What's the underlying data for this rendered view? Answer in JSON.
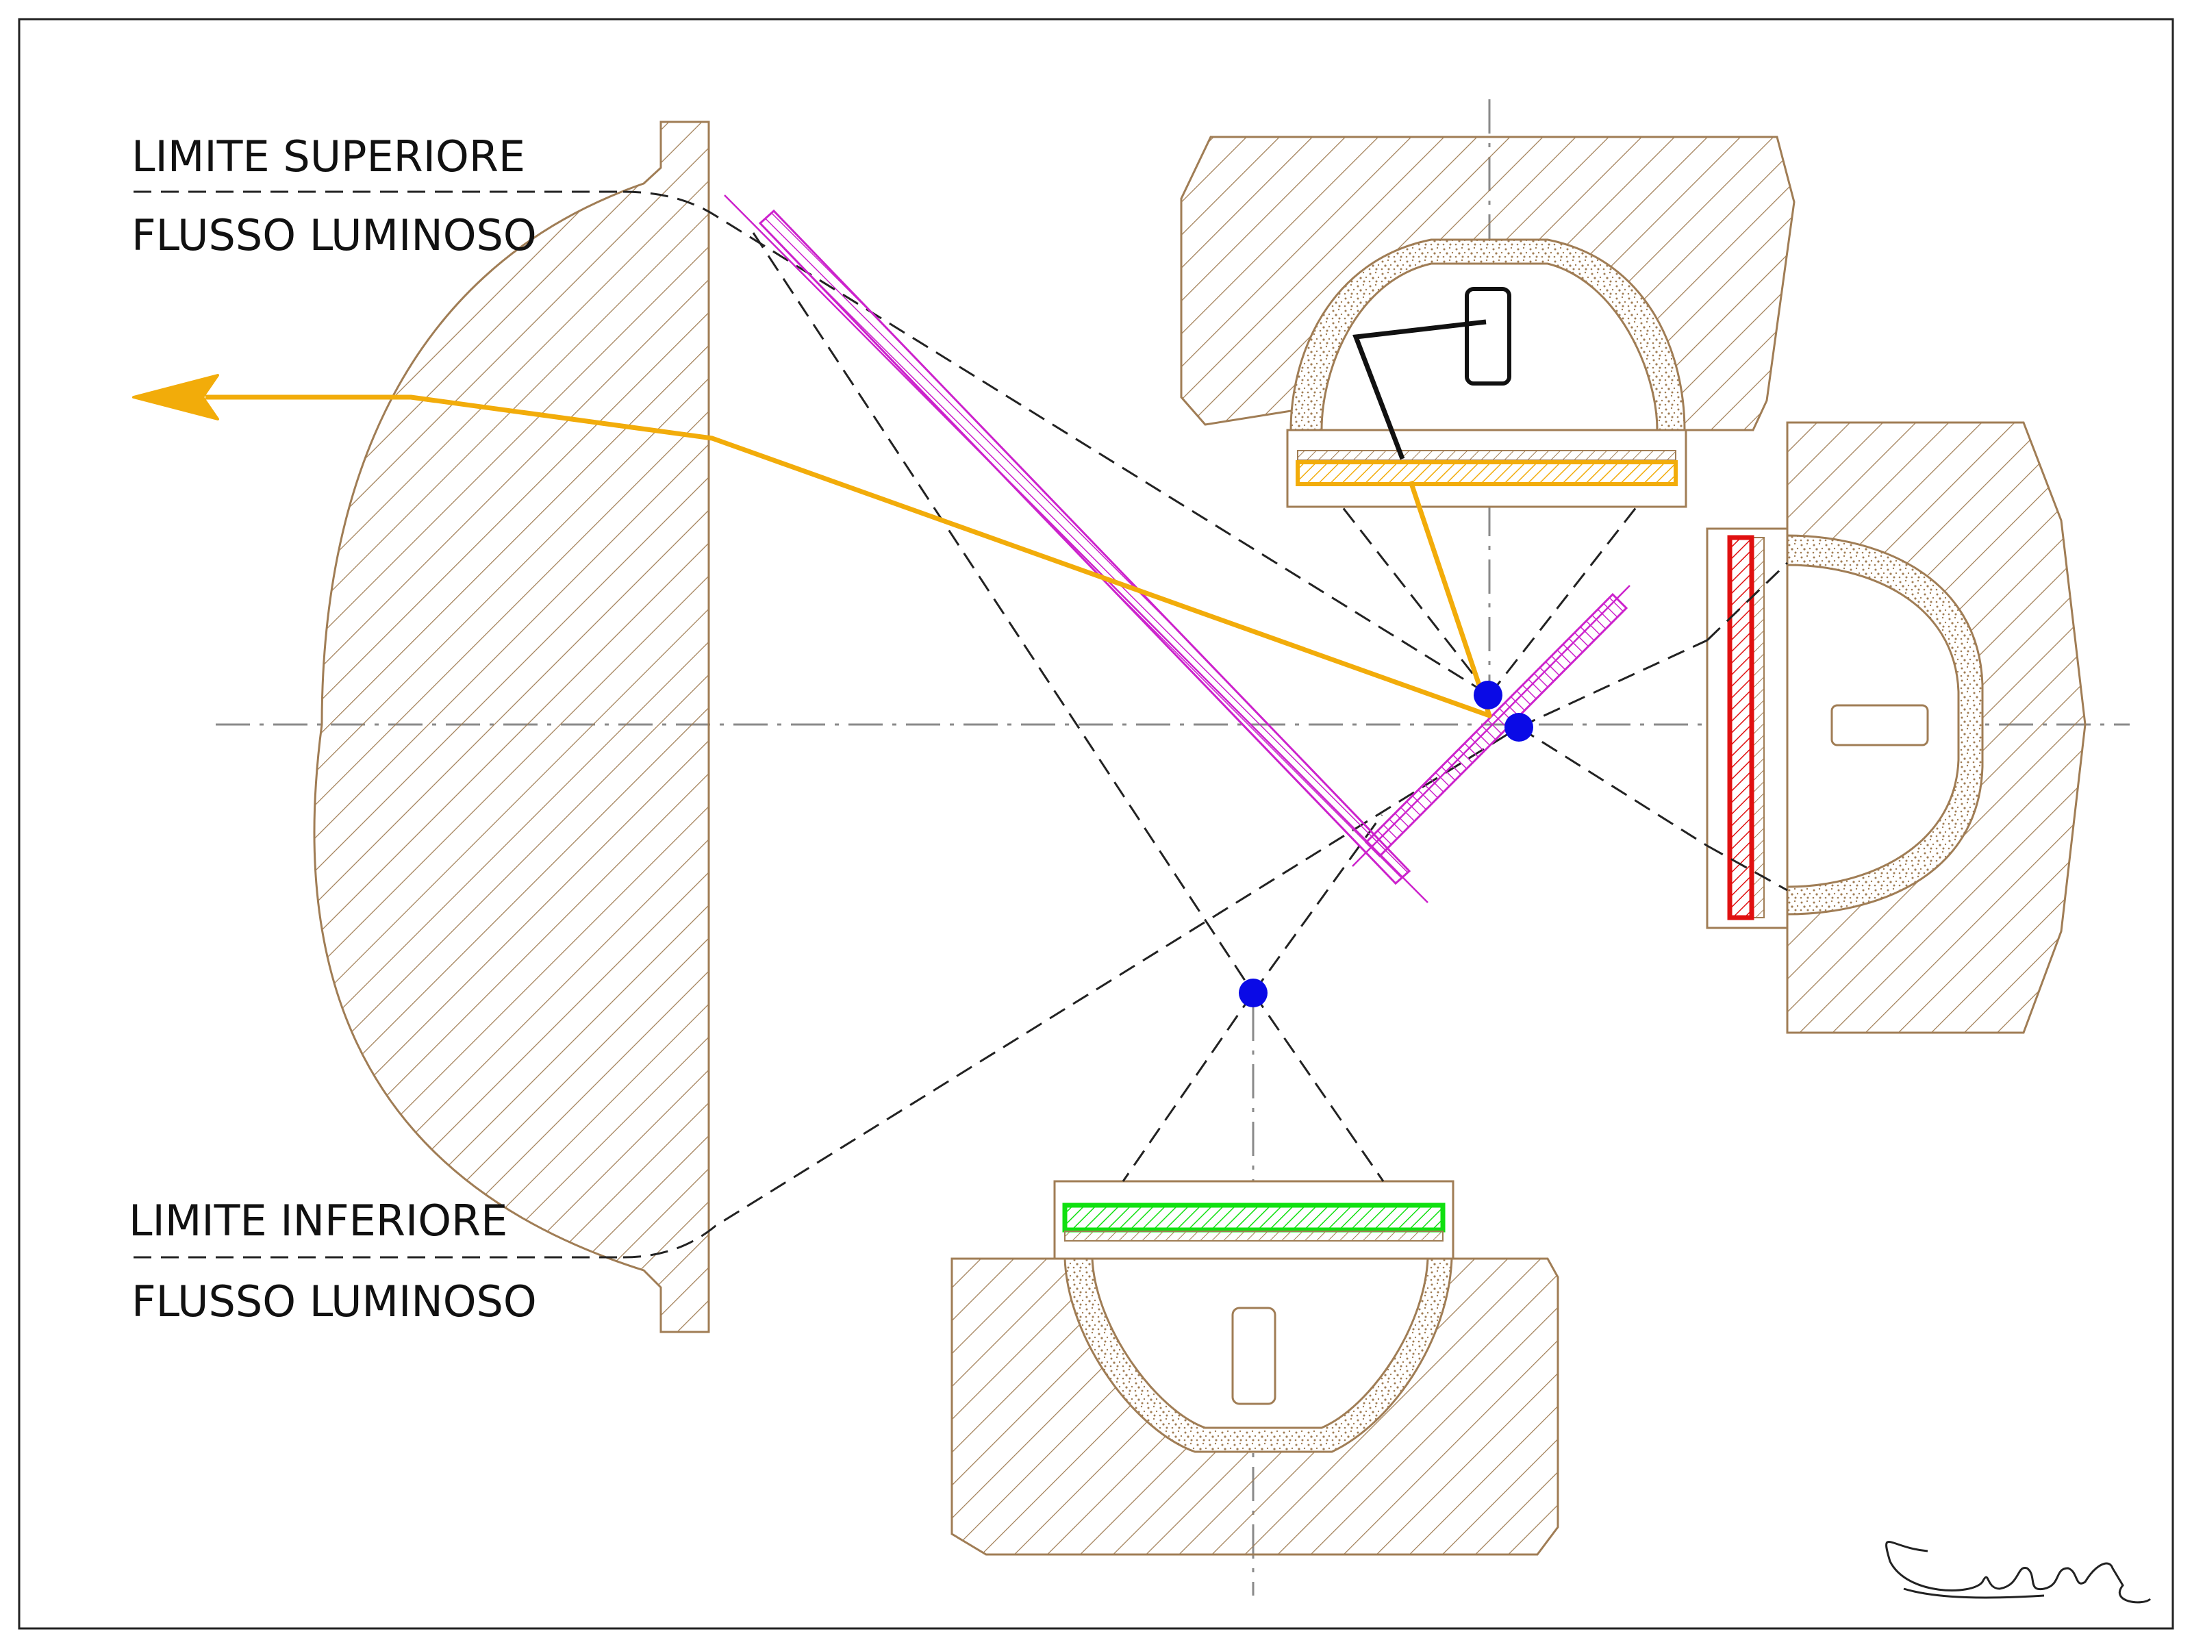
{
  "labels": {
    "upper_limit_line1": "LIMITE SUPERIORE",
    "upper_limit_line2": "FLUSSO LUMINOSO",
    "lower_limit_line1": "LIMITE INFERIORE",
    "lower_limit_line2": "FLUSSO LUMINOSO"
  },
  "colors": {
    "housing": "#a07d55",
    "dashed_line": "#222222",
    "center_line": "#8a8a8a",
    "light_ray": "#f2ac0a",
    "dichroic_mirror": "#cc22cc",
    "red_filter": "#e01010",
    "green_filter": "#10e010",
    "yellow_filter": "#f2ac0a",
    "focal_point": "#0a0ae6",
    "lever": "#111111"
  },
  "icons": {
    "signature": "signature-icon",
    "arrow": "arrow-head-icon"
  }
}
